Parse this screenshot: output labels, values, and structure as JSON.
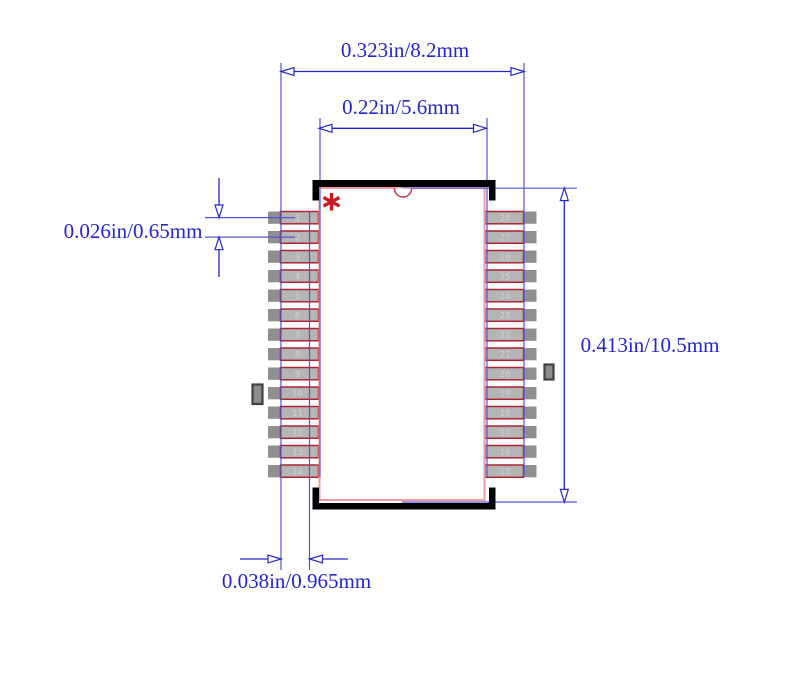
{
  "dimensions": {
    "overall_width": "0.323in/8.2mm",
    "body_width": "0.22in/5.6mm",
    "pin_pitch": "0.026in/0.65mm",
    "body_height": "0.413in/10.5mm",
    "pad_length": "0.038in/0.965mm"
  },
  "pin1_marker": "*",
  "pins": {
    "left": [
      "1",
      "2",
      "3",
      "4",
      "5",
      "6",
      "7",
      "8",
      "9",
      "10",
      "11",
      "12",
      "13",
      "14"
    ],
    "right": [
      "28",
      "27",
      "26",
      "25",
      "24",
      "23",
      "22",
      "21",
      "20",
      "19",
      "18",
      "17",
      "16",
      "15"
    ]
  },
  "colors": {
    "bg": "#ffffff",
    "dim": "#2525cc",
    "ext": "#5353d8",
    "body": "#ef9aa2",
    "leadstroke": "#ae2433",
    "leadfill": "#b5b5b5",
    "padfill": "#8f8f8f",
    "pinnum": "#d0d0d0",
    "marker": "#c81a25",
    "notch": "#c23a46",
    "black": "#000000",
    "sqfill": "#8c8c8c",
    "sqborder": "#404040"
  }
}
